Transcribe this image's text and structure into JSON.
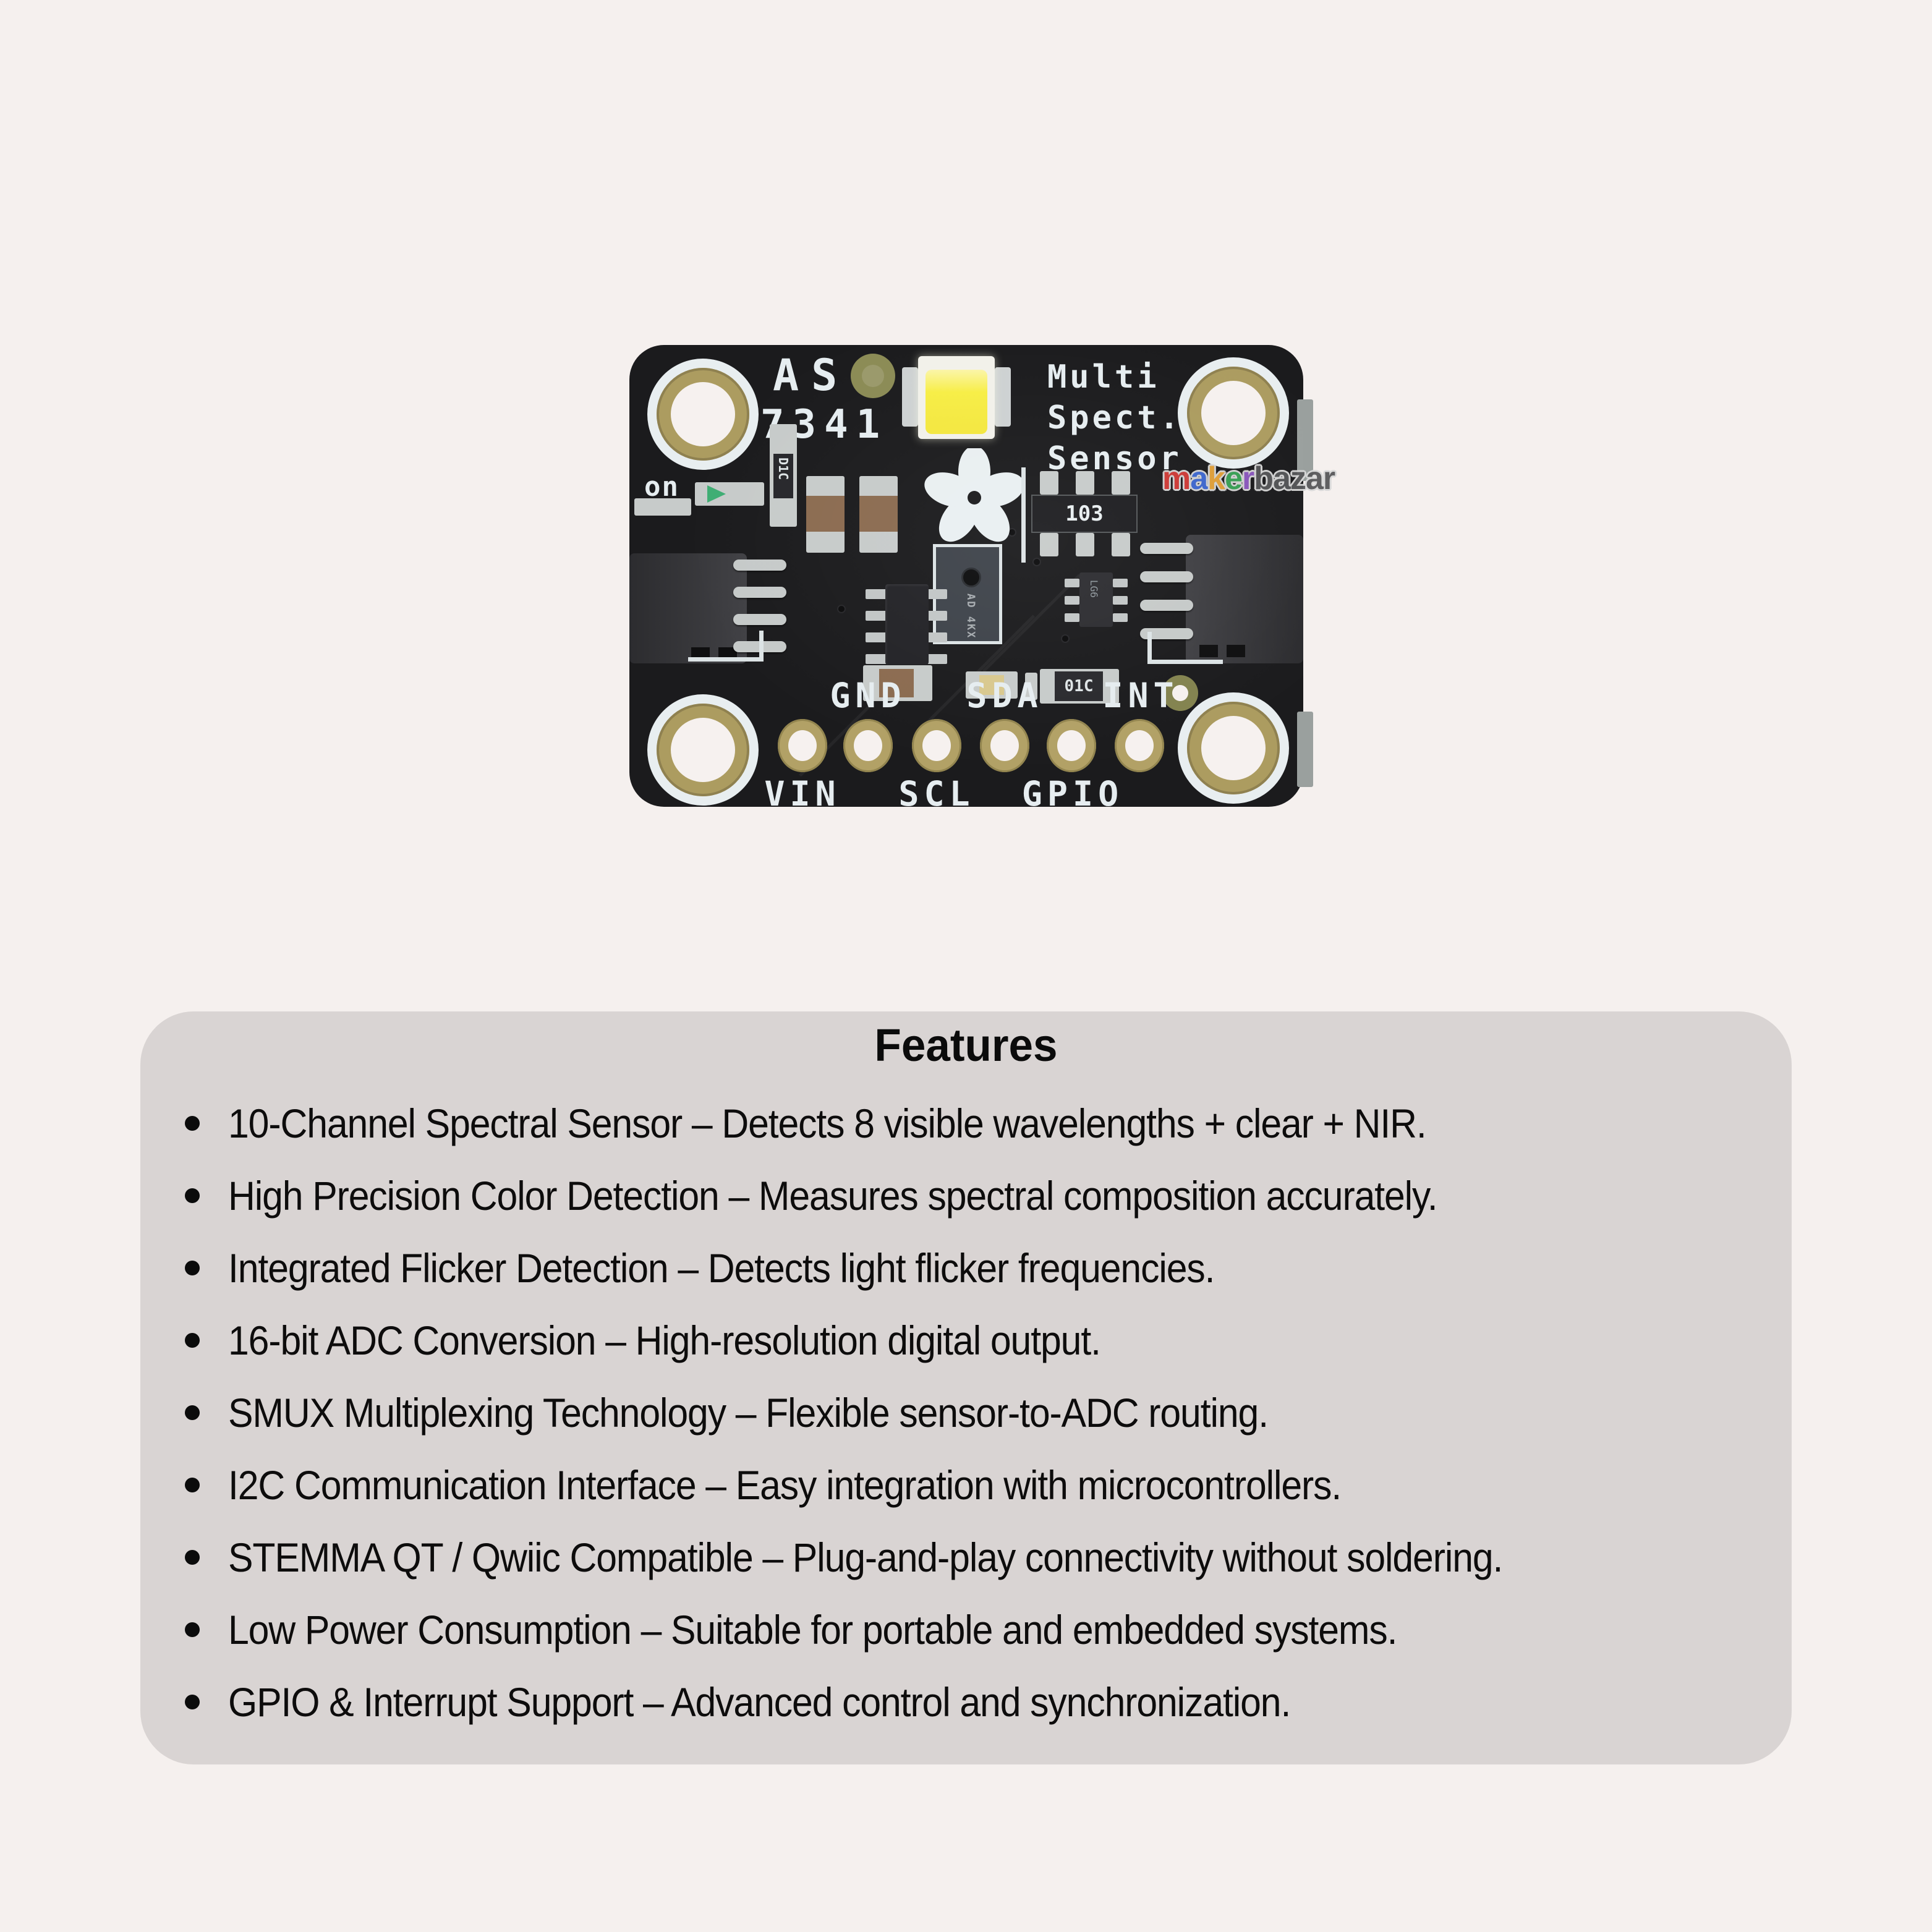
{
  "page": {
    "background_color": "#f5f0ee"
  },
  "product": {
    "board_name_line1": "AS",
    "board_name_line2": "7341",
    "board_desc_line1": "Multi",
    "board_desc_line2": "Spect.",
    "board_desc_line3": "Sensor",
    "power_led_label": "on",
    "pin_labels_top": [
      "GND",
      "SDA",
      "INT"
    ],
    "pin_labels_bottom": [
      "VIN",
      "SCL",
      "GPIO"
    ],
    "component_markings": {
      "resistor_network": "103",
      "resistor": "01C",
      "diode": "D1C",
      "regulator": "LG6",
      "sensor_die": "AD 4KX"
    },
    "colors": {
      "pcb": "#1b1b1d",
      "gold": "#b2a166",
      "led_yellow": "#f7ee45",
      "silkscreen": "#e6edf0",
      "connector": "#39393d"
    },
    "watermark": {
      "m": "m",
      "a": "a",
      "k": "k",
      "e": "e",
      "r": "r",
      "suffix": "bazar",
      "colors": {
        "m": "#d63c38",
        "a": "#3f6bd6",
        "k": "#e9a63a",
        "e": "#3ba659",
        "r": "#8f5bc4",
        "suffix": "#57585a"
      }
    }
  },
  "features": {
    "title": "Features",
    "panel_color": "#d9d4d3",
    "items": [
      "10-Channel Spectral Sensor – Detects 8 visible wavelengths + clear + NIR.",
      "High Precision Color Detection – Measures spectral composition accurately.",
      "Integrated Flicker Detection – Detects light flicker frequencies.",
      "16-bit ADC Conversion – High-resolution digital output.",
      "SMUX Multiplexing Technology – Flexible sensor-to-ADC routing.",
      "I2C Communication Interface – Easy integration with microcontrollers.",
      "STEMMA QT / Qwiic Compatible – Plug-and-play connectivity without soldering.",
      "Low Power Consumption – Suitable for portable and embedded systems.",
      "GPIO & Interrupt Support – Advanced control and synchronization."
    ]
  }
}
